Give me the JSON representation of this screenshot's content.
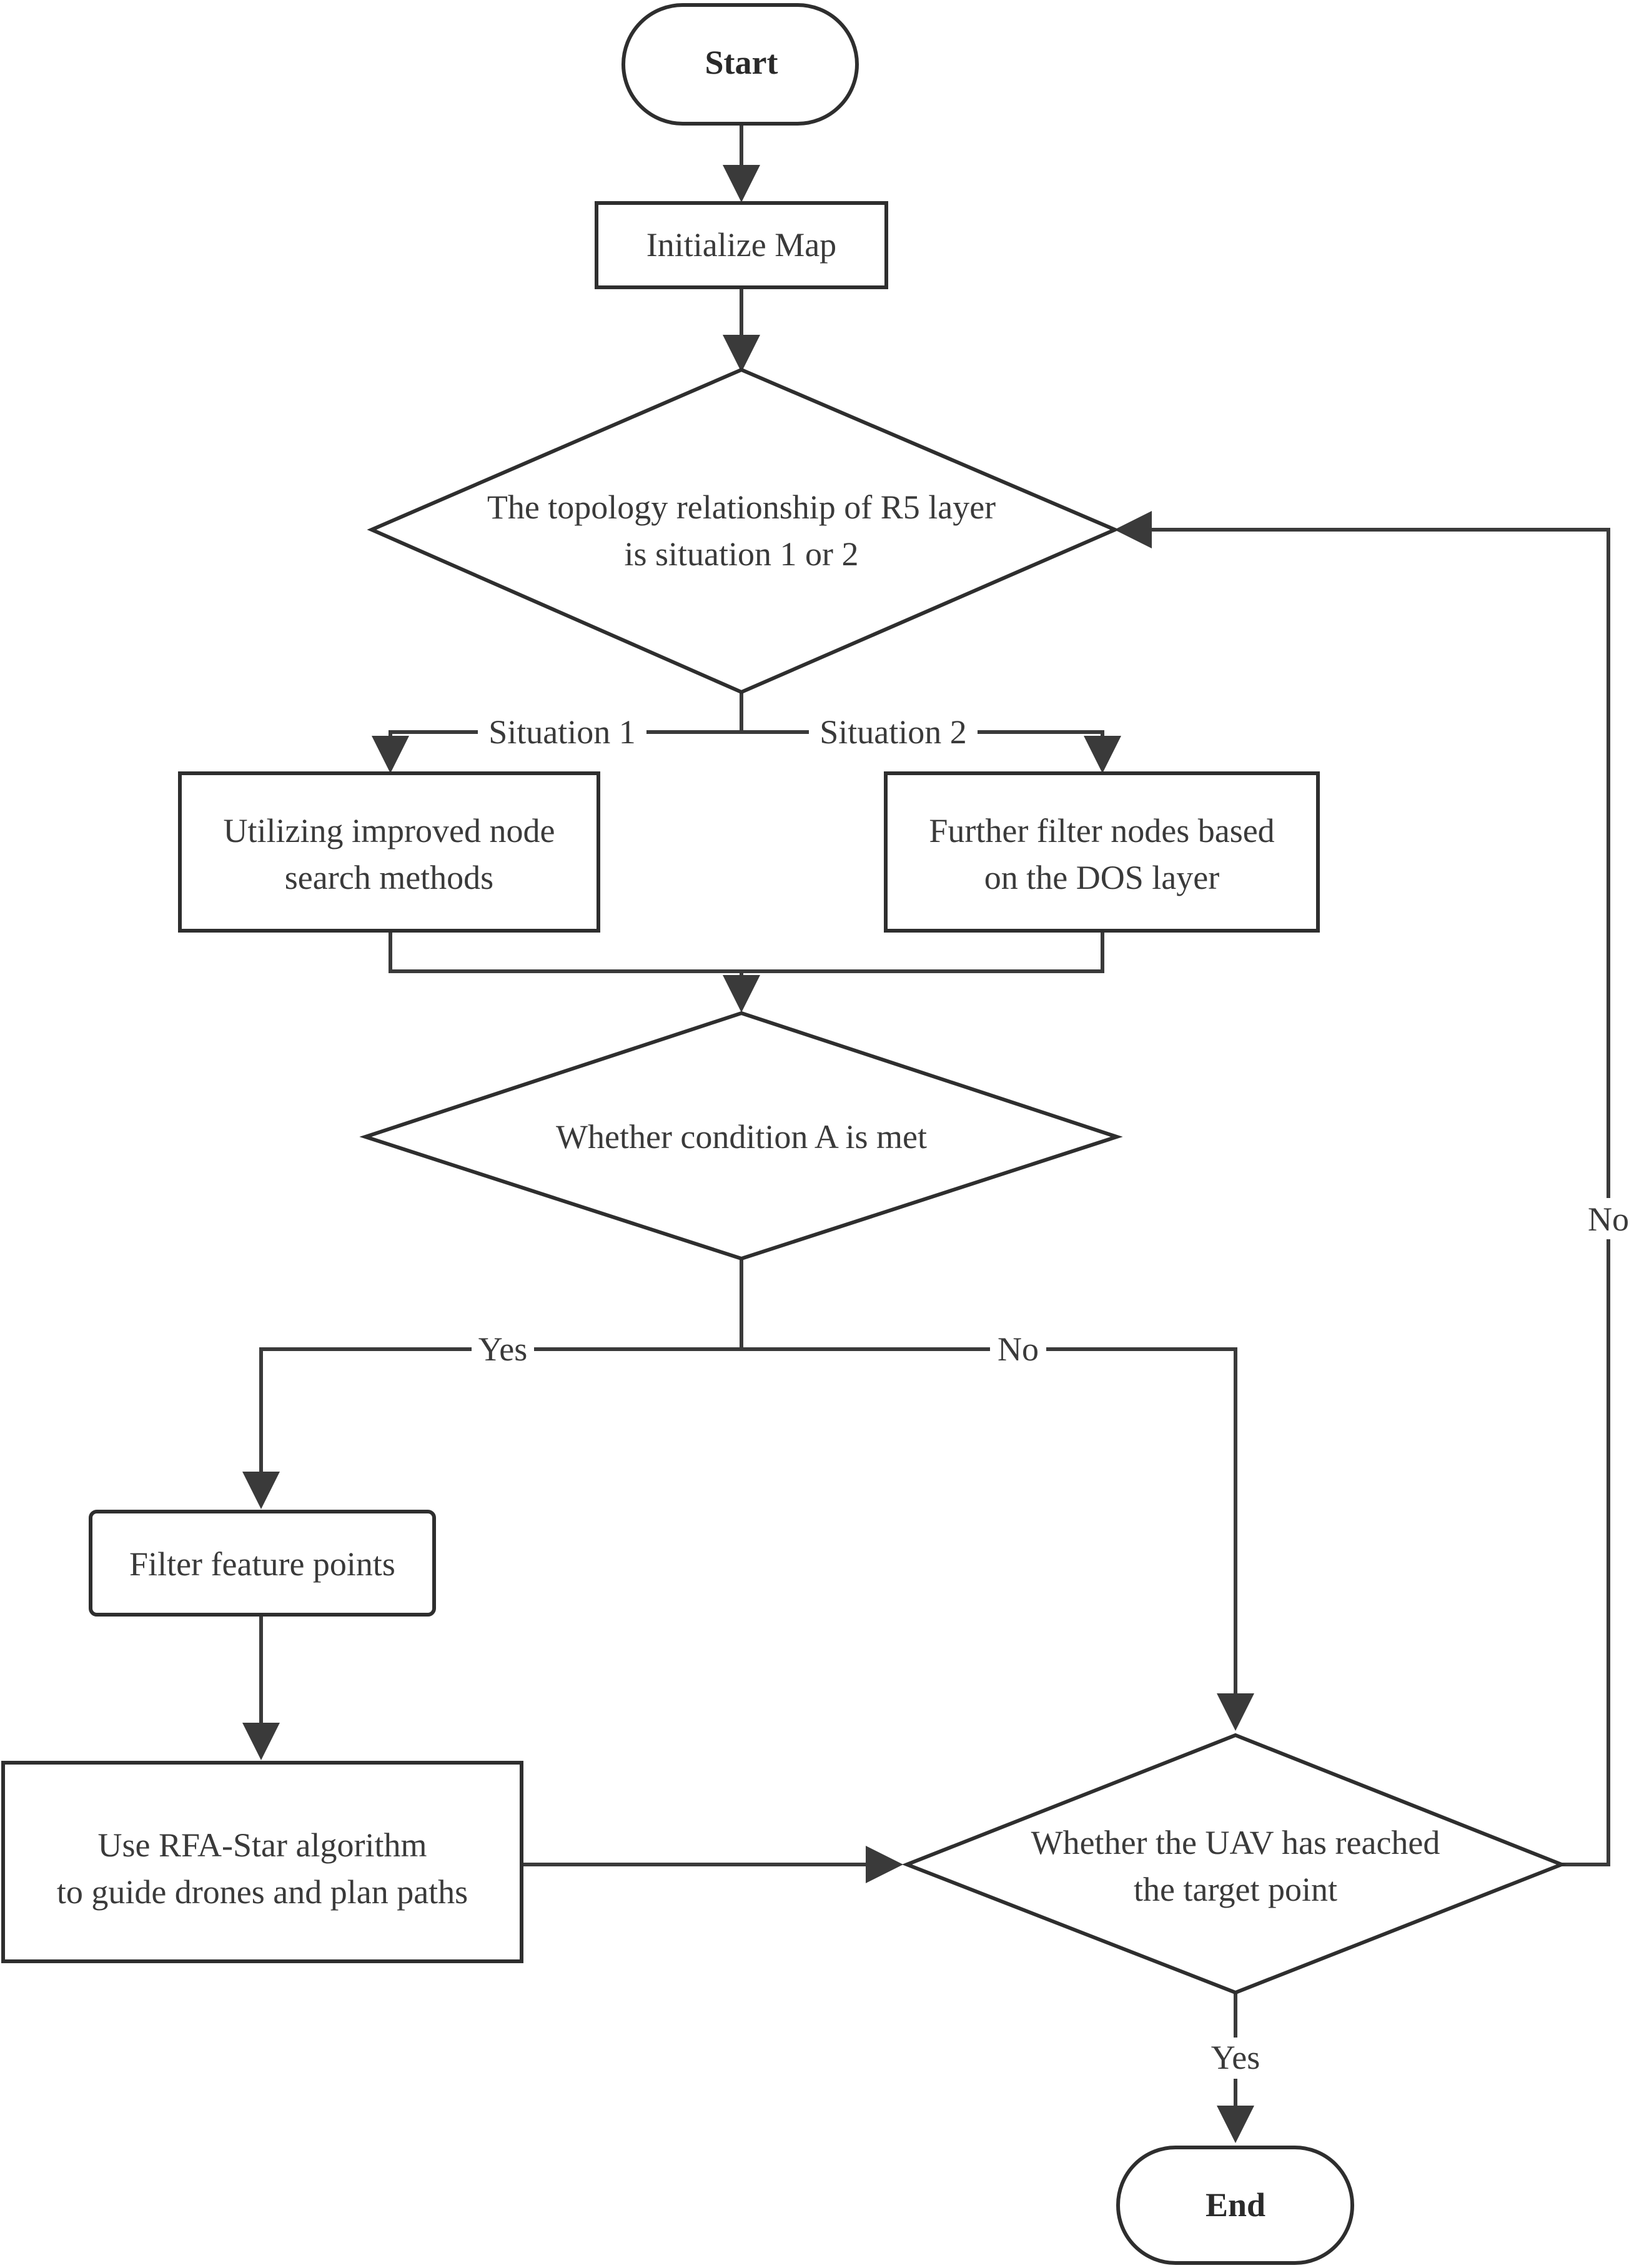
{
  "nodes": {
    "start": {
      "label": "Start"
    },
    "init_map": {
      "label": "Initialize Map"
    },
    "topology": {
      "line1": "The topology relationship of R5 layer",
      "line2": "is situation 1 or 2"
    },
    "improved_search": {
      "line1": "Utilizing improved node",
      "line2": "search methods"
    },
    "dos_filter": {
      "line1": "Further filter nodes based",
      "line2": "on the DOS layer"
    },
    "condition_a": {
      "label": "Whether condition A is met"
    },
    "filter_points": {
      "label": "Filter feature points"
    },
    "rfa_star": {
      "line1": "Use RFA-Star algorithm",
      "line2": "to guide drones and plan paths"
    },
    "reached": {
      "line1": "Whether the UAV has reached",
      "line2": "the target point"
    },
    "end": {
      "label": "End"
    }
  },
  "edge_labels": {
    "situation1": "Situation 1",
    "situation2": "Situation 2",
    "yes_a": "Yes",
    "no_a": "No",
    "no_loop": "No",
    "yes_end": "Yes"
  }
}
